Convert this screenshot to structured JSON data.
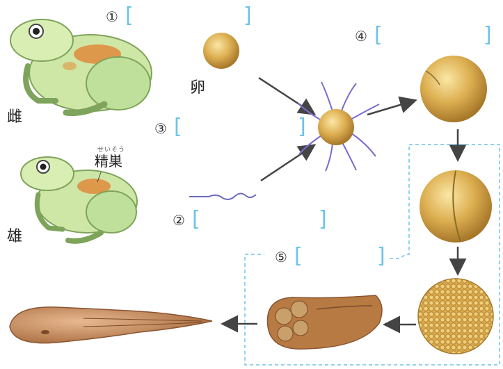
{
  "labels": {
    "male": "雄",
    "female": "雌",
    "egg": "卵",
    "testis": "精巣",
    "testis_reading": "せいそう"
  },
  "blanks": {
    "b1": "①",
    "b2": "②",
    "b3": "③",
    "b4": "④",
    "b5": "⑤",
    "open": "[",
    "close": "]"
  }
}
